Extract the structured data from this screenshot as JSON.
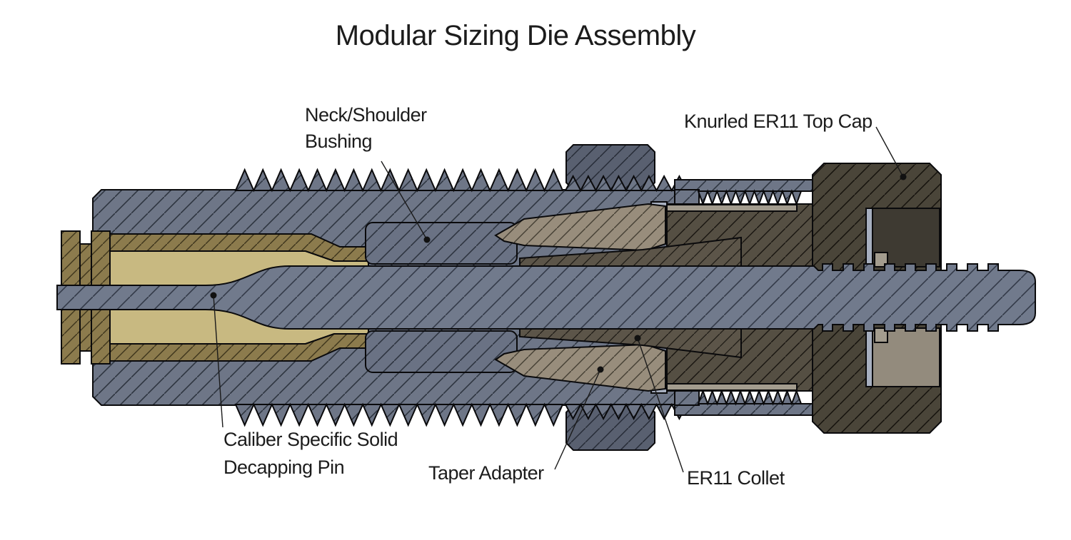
{
  "title": "Modular Sizing Die Assembly",
  "labels": {
    "bushing": {
      "line1": "Neck/Shoulder",
      "line2": "Bushing"
    },
    "top_cap": {
      "text": "Knurled ER11 Top Cap"
    },
    "decapping_pin": {
      "line1": "Caliber Specific Solid",
      "line2": "Decapping Pin"
    },
    "taper_adapter": {
      "text": "Taper Adapter"
    },
    "collet": {
      "text": "ER11 Collet"
    }
  },
  "colors": {
    "bg": "#ffffff",
    "ink": "#1c1c1c",
    "body_slate": "#6e7687",
    "body_hatch": "#2e3440",
    "rod_slate": "#717a8c",
    "rod_hatch": "#333a48",
    "nut_slate": "#596070",
    "nut_slate_hatch": "#262b36",
    "brass": "#8c7b4d",
    "brass_hatch": "#3e351c",
    "brass_interior": "#c8b981",
    "adapter_tan": "#988d7c",
    "adapter_hatch": "#453f33",
    "collet_dark": "#5c5549",
    "collet_hatch": "#1e1b15",
    "cap_dark": "#4a4539",
    "cap_hatch": "#14110c",
    "collet_nut_dark": "#554f43",
    "collet_nut_hatch": "#181510",
    "recess_dark": "#3e3a32",
    "recess_light": "#938b7d",
    "sliver_light": "#a7afbf",
    "strip_light": "#a39c8e",
    "bushing_slate": "#6a7284"
  }
}
